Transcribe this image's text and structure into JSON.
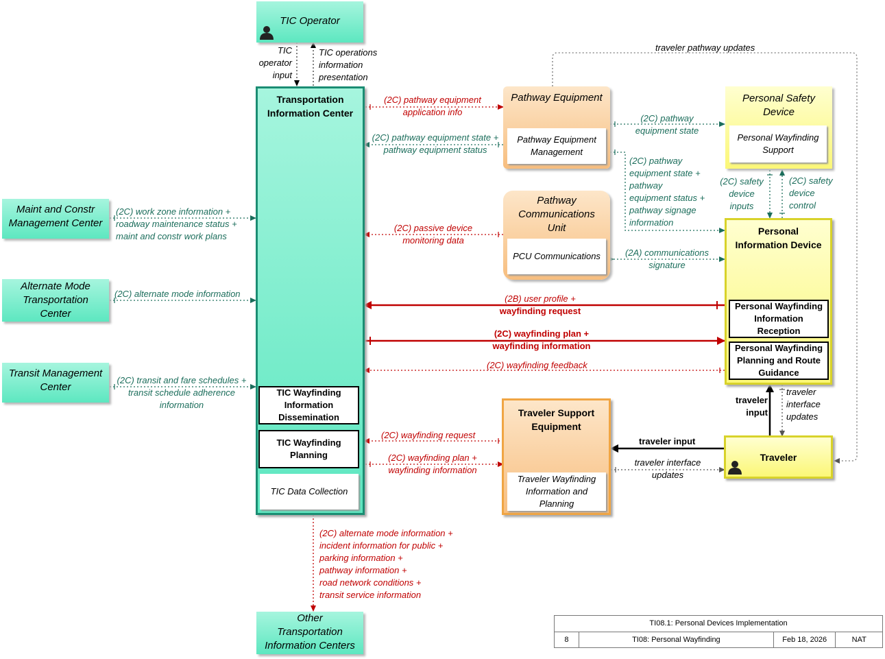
{
  "nodes": {
    "tic_operator": "TIC Operator",
    "tic": "Transportation\nInformation Center",
    "tic_wayfinding_dissemination": "TIC Wayfinding\nInformation\nDissemination",
    "tic_wayfinding_planning": "TIC Wayfinding\nPlanning",
    "tic_data_collection": "TIC Data Collection",
    "maint_constr": "Maint and Constr\nManagement Center",
    "alternate_mode": "Alternate Mode\nTransportation\nCenter",
    "transit_mgmt": "Transit Management\nCenter",
    "other_tic": "Other\nTransportation\nInformation Centers",
    "pathway_equipment": "Pathway Equipment",
    "pathway_equipment_mgmt": "Pathway Equipment\nManagement",
    "pcu": "Pathway\nCommunications\nUnit",
    "pcu_communications": "PCU Communications",
    "personal_safety_device": "Personal Safety\nDevice",
    "personal_wayfinding_support": "Personal Wayfinding\nSupport",
    "personal_info_device": "Personal\nInformation Device",
    "pw_info_reception": "Personal Wayfinding\nInformation\nReception",
    "pw_planning_guidance": "Personal Wayfinding\nPlanning and Route\nGuidance",
    "traveler_support": "Traveler Support\nEquipment",
    "traveler_wayfinding": "Traveler Wayfinding\nInformation and\nPlanning",
    "traveler": "Traveler"
  },
  "flows": {
    "tic_operator_input": "TIC\noperator\ninput",
    "tic_operations_info": "TIC operations\ninformation\npresentation",
    "traveler_pathway_updates": "traveler pathway updates",
    "pathway_equipment_app_info": "(2C) pathway equipment\napplication info",
    "pathway_equipment_state_status": "(2C) pathway equipment state +\npathway equipment status",
    "pathway_equipment_state": "(2C) pathway\nequipment state",
    "pathway_state_status_signage": "(2C) pathway\nequipment state +\npathway\nequipment status +\npathway signage\ninformation",
    "safety_device_inputs": "(2C) safety\ndevice\ninputs",
    "safety_device_control": "(2C) safety\ndevice\ncontrol",
    "work_zone": "(2C) work zone information +\nroadway maintenance status +\nmaint and constr work plans",
    "passive_device": "(2C) passive device\nmonitoring data",
    "communications_signature": "(2A) communications\nsignature",
    "alternate_mode_info": "(2C) alternate mode information",
    "user_profile_prefix": "(2B) user profile +",
    "user_profile_suffix": "wayfinding request",
    "wayfinding_plan_info": "(2C) wayfinding plan +\nwayfinding information",
    "wayfinding_feedback": "(2C) wayfinding feedback",
    "transit_schedules": "(2C) transit and fare schedules +\ntransit schedule adherence\ninformation",
    "traveler_input_up": "traveler\ninput",
    "traveler_interface_updates_right": "traveler\ninterface\nupdates",
    "wayfinding_request": "(2C) wayfinding request",
    "traveler_input_left": "traveler input",
    "wayfinding_plan_info_lower": "(2C) wayfinding plan +\nwayfinding information",
    "traveler_interface_updates_lower": "traveler interface\nupdates",
    "other_tic_flow": "(2C) alternate mode information +\nincident information for public +\nparking information +\npathway information +\nroad network conditions +\ntransit service information"
  },
  "footer": {
    "title": "TI08.1: Personal Devices Implementation",
    "number": "8",
    "package": "TI08: Personal Wayfinding",
    "date": "Feb 18, 2026",
    "scope": "NAT"
  },
  "colors": {
    "request_red": "#c00000",
    "status_teal": "#1b6d5b",
    "green_fill": "#5de7c0",
    "orange_fill": "#f7be7f",
    "yellow_fill": "#fbf777"
  }
}
